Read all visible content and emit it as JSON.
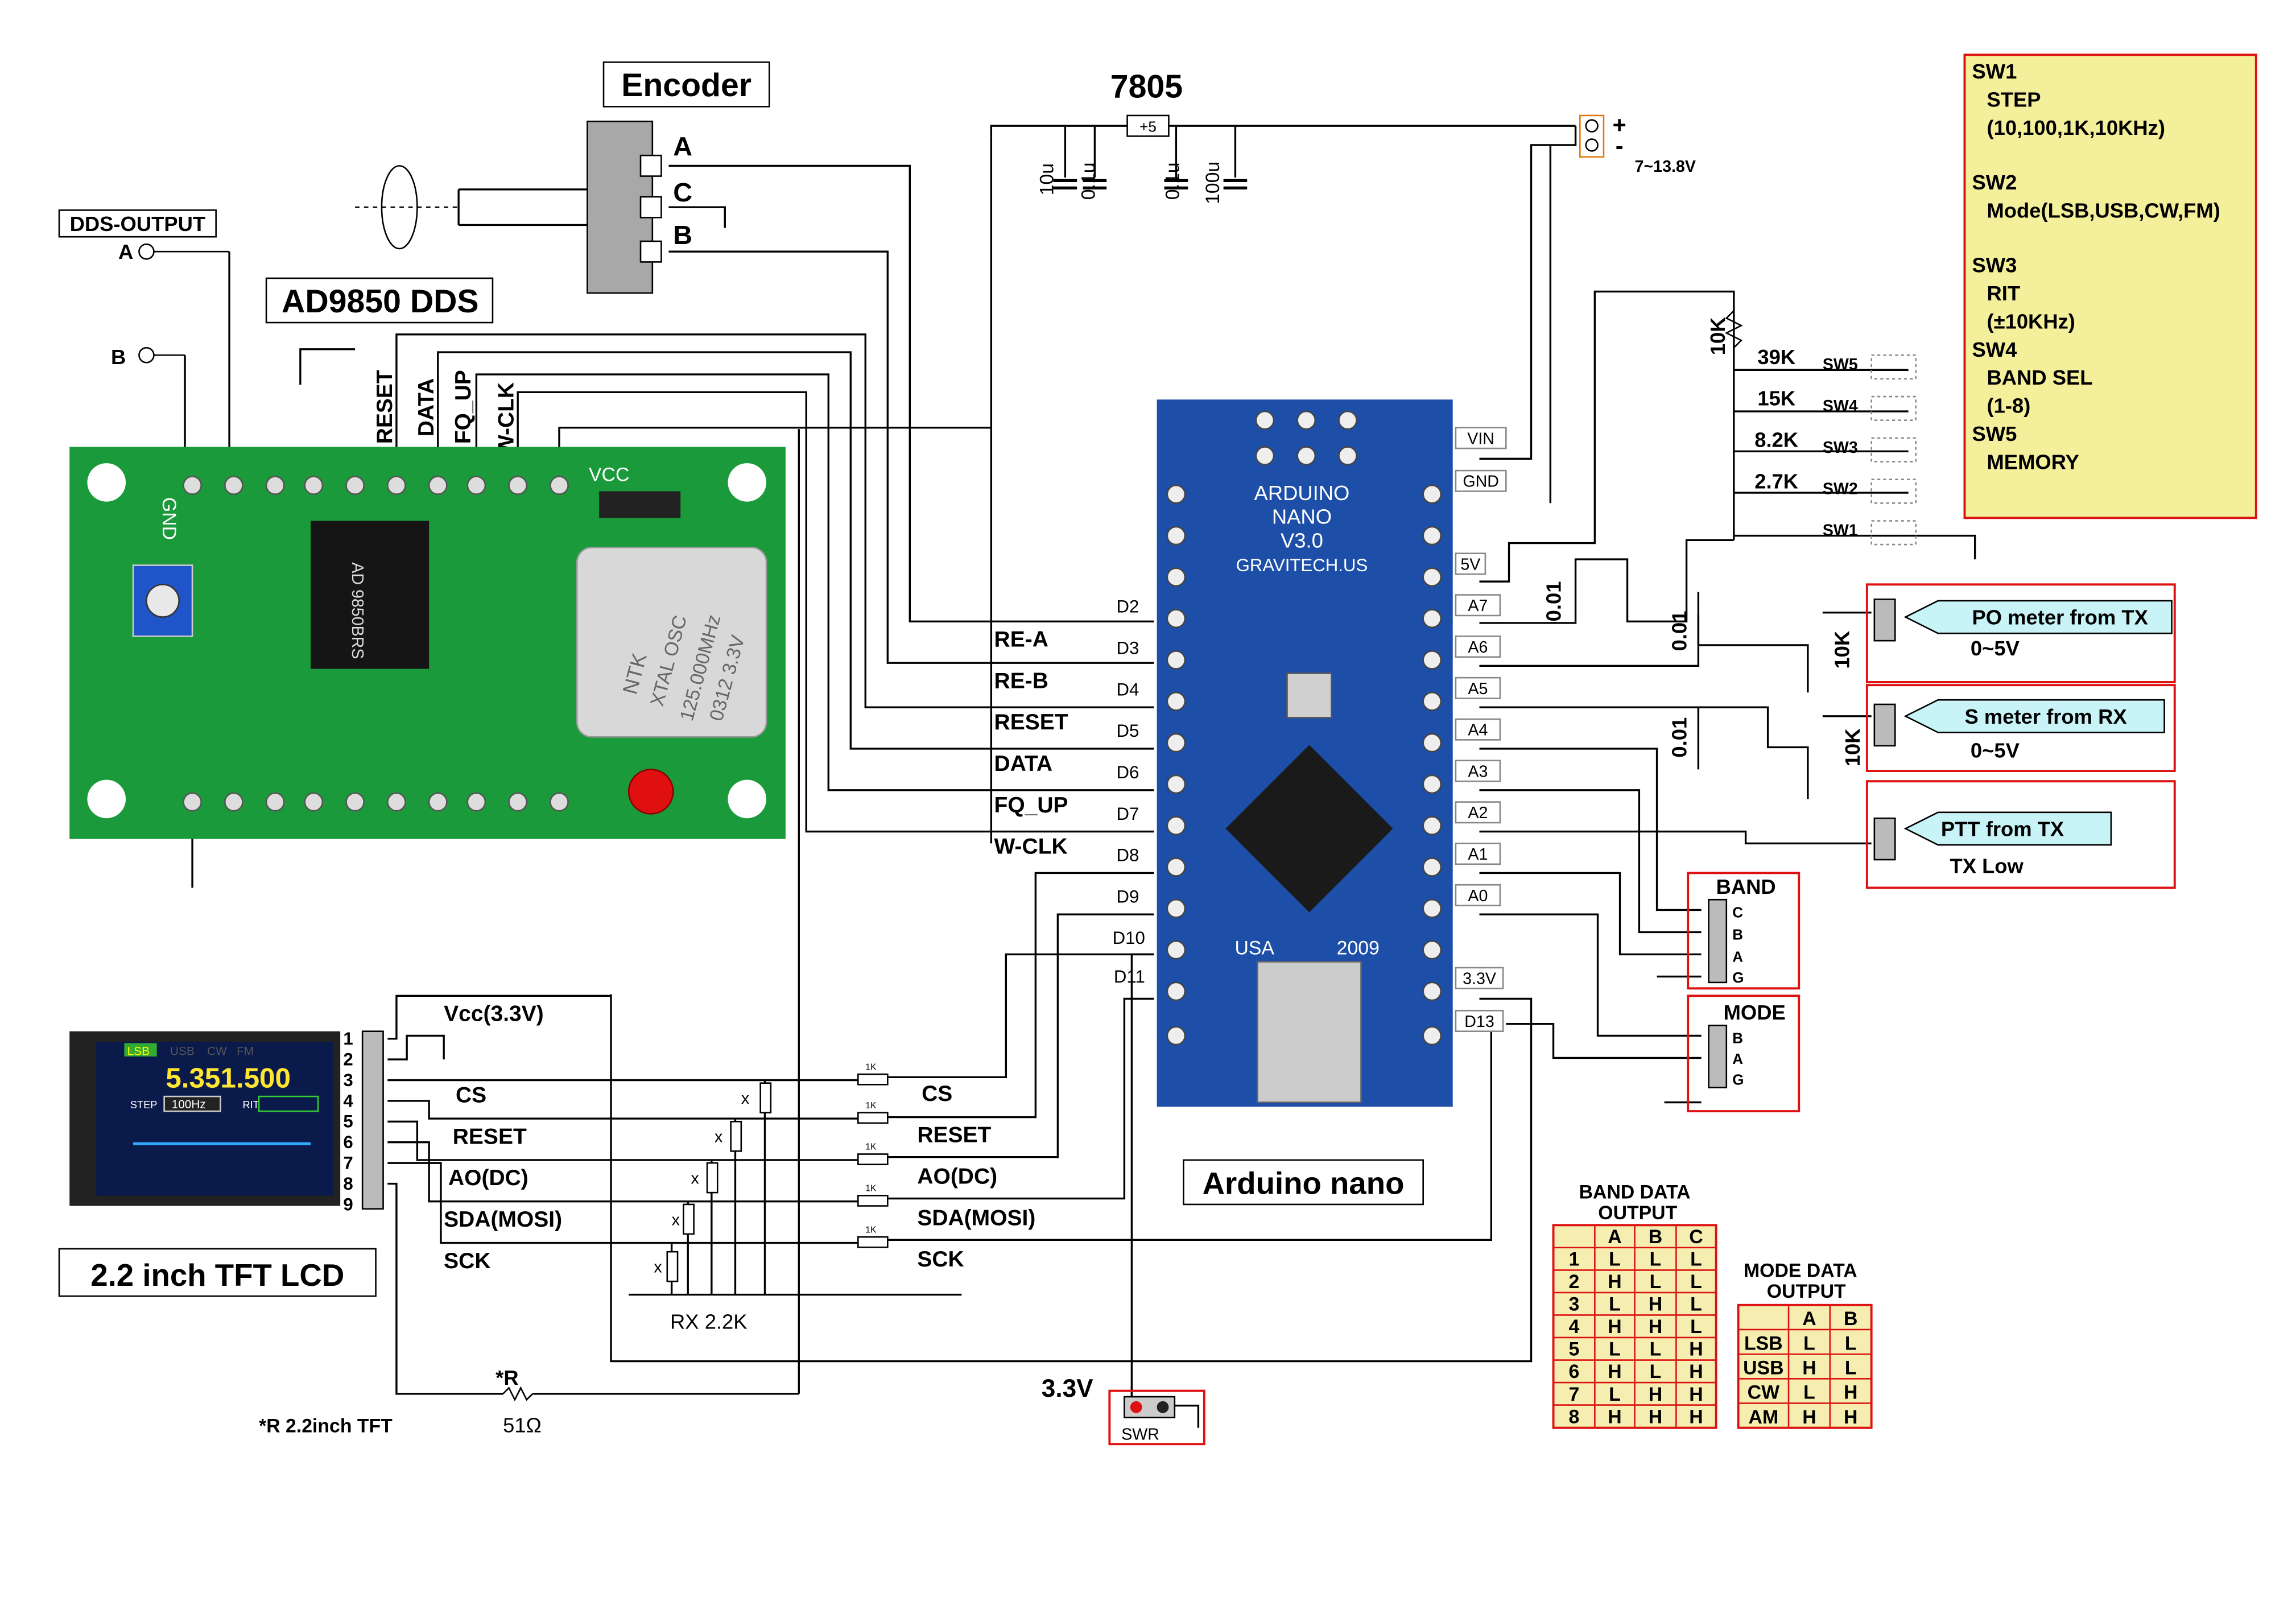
{
  "title_7805": "7805",
  "encoder": {
    "title": "Encoder",
    "pin_a": "A",
    "pin_c": "C",
    "pin_b": "B"
  },
  "dds": {
    "title": "AD9850 DDS",
    "output_label": "DDS-OUTPUT",
    "out_a": "A",
    "out_b": "B",
    "pins": [
      "RESET",
      "DATA",
      "FQ_UP",
      "W-CLK"
    ],
    "silk_left": "GND",
    "silk_right": "VCC",
    "chip_text": "AD 9850BRS",
    "osc_text": [
      "NTK",
      "XTAL OSC",
      "125.000MHz",
      "0312 3.3V"
    ]
  },
  "regulator": {
    "box": "+5",
    "caps": [
      "10u",
      "0.1u",
      "0.1u",
      "100u"
    ],
    "power_plus": "+",
    "power_minus": "-",
    "supply": "7~13.8V"
  },
  "nano": {
    "label": "Arduino nano",
    "silk": [
      "ARDUINO",
      "NANO",
      "V3.0",
      "GRAVITECH.US",
      "USA",
      "2009"
    ],
    "right_pins": [
      "VIN",
      "GND",
      "5V",
      "A7",
      "A6",
      "A5",
      "A4",
      "A3",
      "A2",
      "A1",
      "A0",
      "3.3V",
      "D13"
    ],
    "left_pins": [
      "D2",
      "D3",
      "D4",
      "D5",
      "D6",
      "D7",
      "D8",
      "D9",
      "D10",
      "D11"
    ],
    "left_signals": [
      "RE-A",
      "RE-B",
      "RESET",
      "DATA",
      "FQ_UP",
      "W-CLK"
    ]
  },
  "sw_legend": {
    "lines": [
      "SW1",
      "STEP",
      "(10,100,1K,10KHz)",
      "",
      "SW2",
      "Mode(LSB,USB,CW,FM)",
      "",
      "SW3",
      "RIT",
      "(±10KHz)",
      "SW4",
      "BAND SEL",
      "(1-8)",
      "SW5",
      "MEMORY"
    ]
  },
  "switch_ladder": {
    "pullup": "10K",
    "resistors": [
      "39K",
      "15K",
      "8.2K",
      "2.7K"
    ],
    "switches": [
      "SW5",
      "SW4",
      "SW3",
      "SW2",
      "SW1"
    ]
  },
  "analog": {
    "cap1": "0.01",
    "cap2": "0.01",
    "cap3": "0.01",
    "pot1": "10K",
    "pot2": "10K",
    "po_meter": "PO meter from TX",
    "po_range": "0~5V",
    "s_meter": "S meter from RX",
    "s_range": "0~5V",
    "ptt": "PTT from TX",
    "ptt_note": "TX Low"
  },
  "band": {
    "title": "BAND",
    "pins": [
      "C",
      "B",
      "A",
      "G"
    ]
  },
  "mode": {
    "title": "MODE",
    "pins": [
      "B",
      "A",
      "G"
    ]
  },
  "lcd": {
    "title": "2.2  inch TFT LCD",
    "screen_freq": "5.351.500",
    "screen_modes": [
      "LSB",
      "USB",
      "CW",
      "FM"
    ],
    "screen_step_label": "STEP",
    "screen_step": "100Hz",
    "screen_rit": "RIT",
    "pin_numbers": [
      "1",
      "2",
      "3",
      "4",
      "5",
      "6",
      "7",
      "8",
      "9"
    ],
    "vcc": "Vcc(3.3V)",
    "left_signals": [
      "CS",
      "RESET",
      "AO(DC)",
      "SDA(MOSI)",
      "SCK"
    ],
    "right_signals": [
      "CS",
      "RESET",
      "AO(DC)",
      "SDA(MOSI)",
      "SCK"
    ],
    "res_small": "1K",
    "rx": "RX 2.2K",
    "x_mark": "x"
  },
  "power33": {
    "label": "3.3V",
    "switch": "SWR"
  },
  "r_note": {
    "star_r": "*R",
    "ohm": "51Ω",
    "note": "*R  2.2inch TFT"
  },
  "band_table": {
    "title1": "BAND DATA",
    "title2": "OUTPUT",
    "headers": [
      "",
      "A",
      "B",
      "C"
    ],
    "rows": [
      [
        "1",
        "L",
        "L",
        "L"
      ],
      [
        "2",
        "H",
        "L",
        "L"
      ],
      [
        "3",
        "L",
        "H",
        "L"
      ],
      [
        "4",
        "H",
        "H",
        "L"
      ],
      [
        "5",
        "L",
        "L",
        "H"
      ],
      [
        "6",
        "H",
        "L",
        "H"
      ],
      [
        "7",
        "L",
        "H",
        "H"
      ],
      [
        "8",
        "H",
        "H",
        "H"
      ]
    ]
  },
  "mode_table": {
    "title1": "MODE DATA",
    "title2": "OUTPUT",
    "headers": [
      "",
      "A",
      "B"
    ],
    "rows": [
      [
        "LSB",
        "L",
        "L"
      ],
      [
        "USB",
        "H",
        "L"
      ],
      [
        "CW",
        "L",
        "H"
      ],
      [
        "AM",
        "H",
        "H"
      ]
    ]
  },
  "colors": {
    "board_green": "#1a9a3a",
    "nano_blue": "#1d4fa8",
    "legend_bg": "#f4ef9a",
    "table_bg": "#f6eeb0",
    "box_red": "#d11",
    "callout": "#c8f4f8"
  }
}
